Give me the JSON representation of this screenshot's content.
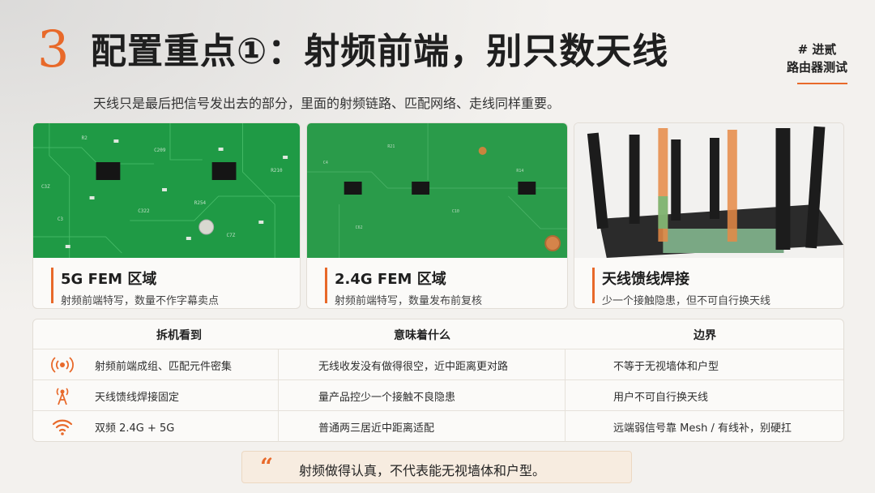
{
  "header": {
    "number": "3",
    "title": "配置重点①：射频前端，别只数天线",
    "subtitle": "天线只是最后把信号发出去的部分，里面的射频链路、匹配网络、走线同样重要。",
    "tag_line1": "# 进贰",
    "tag_line2": "路由器测试"
  },
  "cards": [
    {
      "title": "5G FEM 区域",
      "caption": "射频前端特写，数量不作字幕卖点",
      "photo": "pcb-5g-fem-photo"
    },
    {
      "title": "2.4G FEM 区域",
      "caption": "射频前端特写，数量发布前复核",
      "photo": "pcb-24g-fem-photo"
    },
    {
      "title": "天线馈线焊接",
      "caption": "少一个接触隐患，但不可自行换天线",
      "photo": "router-antenna-photo"
    }
  ],
  "table": {
    "headers": [
      "拆机看到",
      "意味着什么",
      "边界"
    ],
    "rows": [
      {
        "icon": "radio-waves-icon",
        "c1": "射频前端成组、匹配元件密集",
        "c2": "无线收发没有做得很空，近中距离更对路",
        "c3": "不等于无视墙体和户型"
      },
      {
        "icon": "antenna-tower-icon",
        "c1": "天线馈线焊接固定",
        "c2": "量产品控少一个接触不良隐患",
        "c3": "用户不可自行换天线"
      },
      {
        "icon": "wifi-icon",
        "c1": "双频 2.4G + 5G",
        "c2": "普通两三居近中距离适配",
        "c3": "远端弱信号靠 Mesh / 有线补，别硬扛"
      }
    ]
  },
  "quote": {
    "mark": "“",
    "text": "射频做得认真，不代表能无视墙体和户型。"
  },
  "colors": {
    "accent": "#e8692a",
    "pcb_green": "#1f9a45",
    "background": "#f3f1ee"
  }
}
